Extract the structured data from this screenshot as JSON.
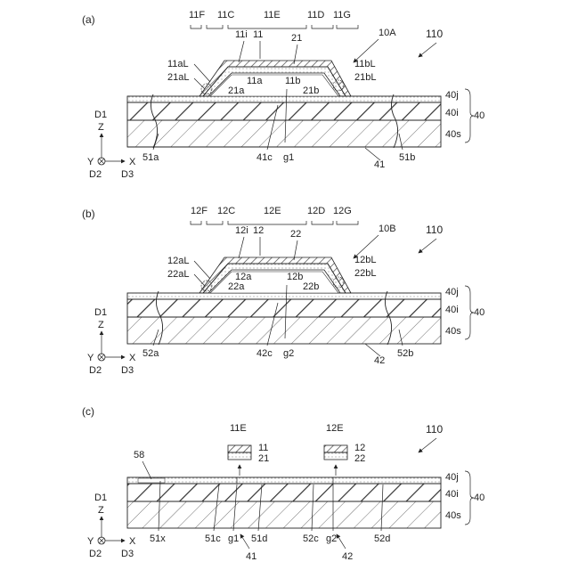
{
  "figure_number": "110",
  "panel_a": {
    "tag": "(a)",
    "top_labels": [
      "11F",
      "11C",
      "11E",
      "11D",
      "11G"
    ],
    "element_label": "10A",
    "callouts": [
      "11i",
      "11",
      "21",
      "11aL",
      "21aL",
      "11a",
      "11b",
      "21a",
      "21b",
      "11bL",
      "21bL",
      "41c",
      "g1",
      "41",
      "51a",
      "51b"
    ],
    "layers": [
      "40j",
      "40i",
      "40s"
    ],
    "stack": "40"
  },
  "panel_b": {
    "tag": "(b)",
    "top_labels": [
      "12F",
      "12C",
      "12E",
      "12D",
      "12G"
    ],
    "element_label": "10B",
    "callouts": [
      "12i",
      "12",
      "22",
      "12aL",
      "22aL",
      "12a",
      "12b",
      "22a",
      "22b",
      "12bL",
      "22bL",
      "42c",
      "g2",
      "42",
      "52a",
      "52b"
    ],
    "layers": [
      "40j",
      "40i",
      "40s"
    ],
    "stack": "40"
  },
  "panel_c": {
    "tag": "(c)",
    "chip1": {
      "title": "11E",
      "top": "11",
      "bottom": "21"
    },
    "chip2": {
      "title": "12E",
      "top": "12",
      "bottom": "22"
    },
    "callouts": [
      "58",
      "51x",
      "51c",
      "g1",
      "51d",
      "52c",
      "g2",
      "52d",
      "41",
      "42"
    ],
    "layers": [
      "40j",
      "40i",
      "40s"
    ],
    "stack": "40"
  },
  "axes": {
    "d1": "D1",
    "z": "Z",
    "y": "Y",
    "x": "X",
    "d2": "D2",
    "d3": "D3"
  }
}
